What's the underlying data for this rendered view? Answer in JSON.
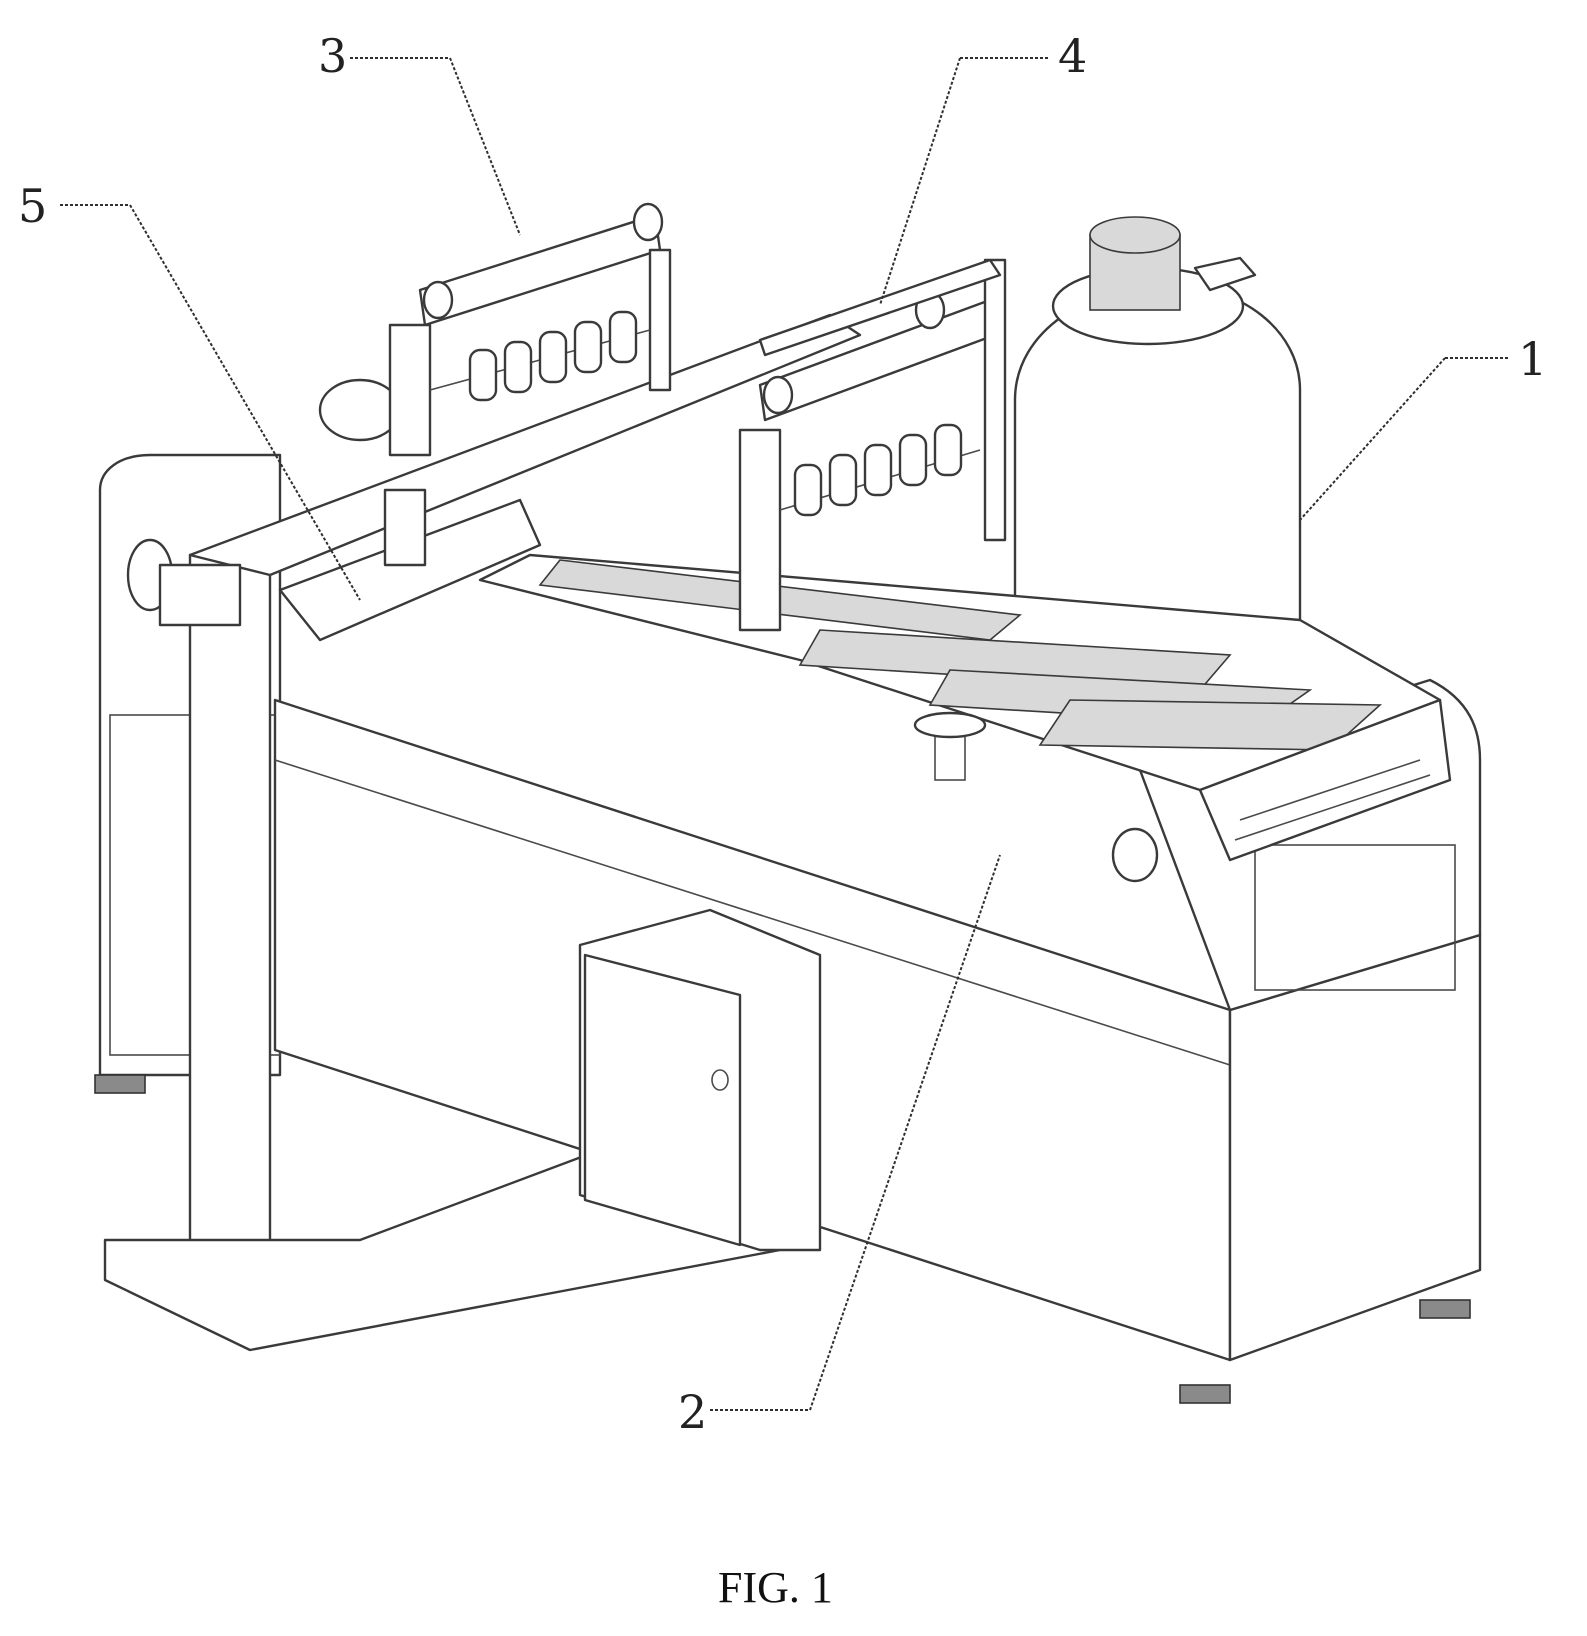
{
  "figure": {
    "caption": "FIG. 1",
    "reference_numerals": {
      "n1": "1",
      "n2": "2",
      "n3": "3",
      "n4": "4",
      "n5": "5"
    }
  }
}
